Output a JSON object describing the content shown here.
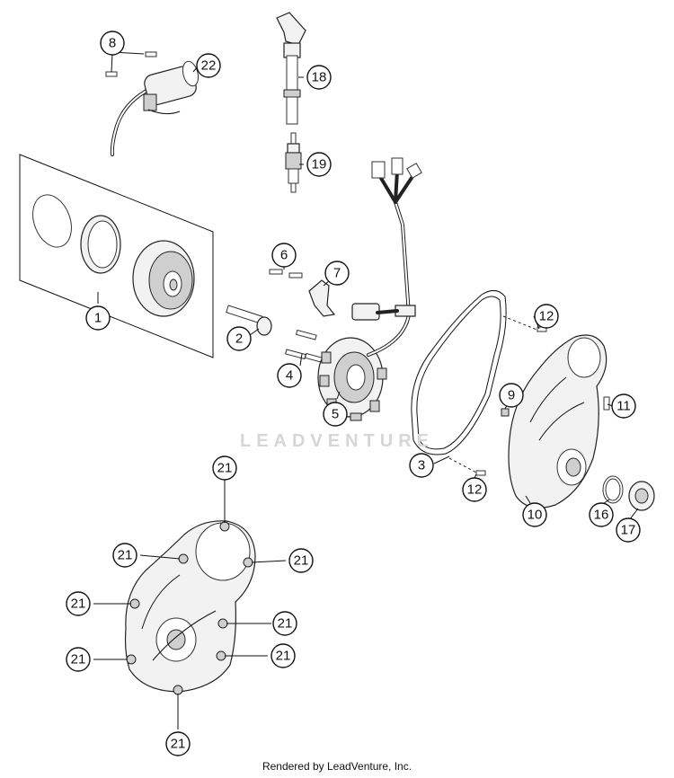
{
  "watermark": "LEADVENTURE",
  "footer": "Rendered by LeadVenture, Inc.",
  "callouts": {
    "c1": "1",
    "c2": "2",
    "c3": "3",
    "c4": "4",
    "c5": "5",
    "c6": "6",
    "c7": "7",
    "c8": "8",
    "c9": "9",
    "c10": "10",
    "c11": "11",
    "c12a": "12",
    "c12b": "12",
    "c16": "16",
    "c17": "17",
    "c18": "18",
    "c19": "19",
    "c22": "22",
    "c21a": "21",
    "c21b": "21",
    "c21c": "21",
    "c21d": "21",
    "c21e": "21",
    "c21f": "21",
    "c21g": "21",
    "c21h": "21"
  }
}
